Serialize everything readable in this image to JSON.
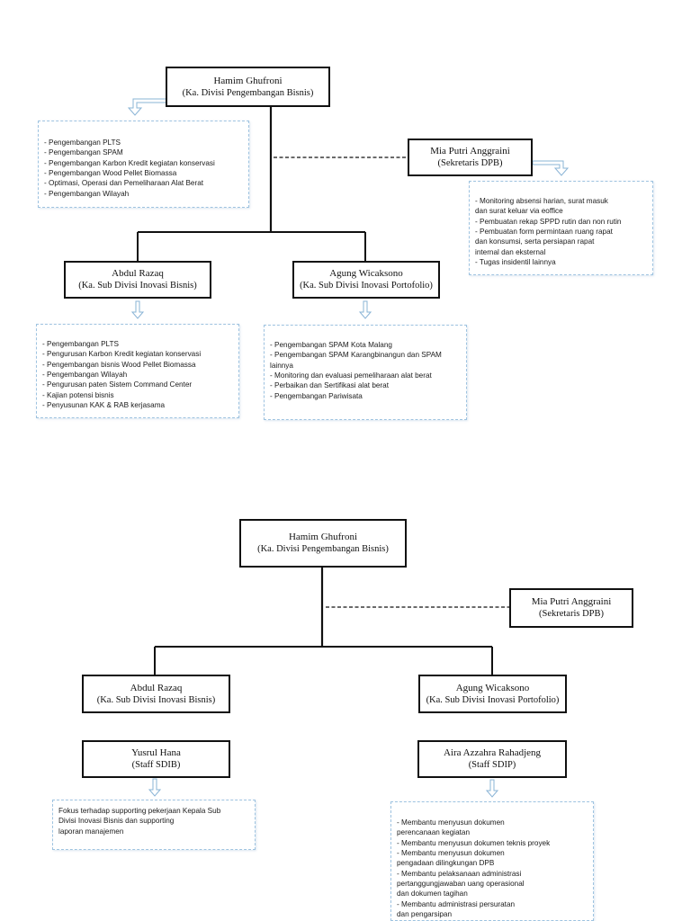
{
  "chart1": {
    "head": {
      "name": "Hamim Ghufroni",
      "role": "(Ka. Divisi Pengembangan Bisnis)"
    },
    "head_tasks": [
      "- Pengembangan PLTS",
      "- Pengembangan SPAM",
      "- Pengembangan Karbon Kredit kegiatan konservasi",
      "- Pengembangan Wood Pellet Biomassa",
      "- Optimasi, Operasi dan Pemeliharaan Alat Berat",
      "- Pengembangan Wilayah"
    ],
    "secretary": {
      "name": "Mia Putri Anggraini",
      "role": "(Sekretaris DPB)"
    },
    "secretary_tasks": [
      "- Monitoring absensi harian, surat masuk",
      "dan surat keluar via eoffice",
      "- Pembuatan rekap SPPD rutin dan non rutin",
      "- Pembuatan form permintaan ruang rapat",
      "dan konsumsi, serta persiapan rapat",
      "internal dan eksternal",
      "- Tugas insidentil lainnya"
    ],
    "sub_left": {
      "name": "Abdul Razaq",
      "role": "(Ka. Sub Divisi Inovasi Bisnis)"
    },
    "sub_left_tasks": [
      "- Pengembangan PLTS",
      "- Pengurusan Karbon Kredit kegiatan konservasi",
      "- Pengembangan bisnis Wood Pellet Biomassa",
      "- Pengembangan Wilayah",
      "- Pengurusan paten Sistem Command Center",
      "- Kajian potensi bisnis",
      "- Penyusunan KAK & RAB kerjasama"
    ],
    "sub_right": {
      "name": "Agung Wicaksono",
      "role": "(Ka. Sub Divisi Inovasi Portofolio)"
    },
    "sub_right_tasks": [
      "- Pengembangan SPAM Kota Malang",
      "- Pengembangan SPAM Karangbinangun dan SPAM",
      "lainnya",
      "- Monitoring dan evaluasi pemeliharaan alat berat",
      "- Perbaikan dan Sertifikasi alat berat",
      "- Pengembangan Pariwisata"
    ]
  },
  "chart2": {
    "head": {
      "name": "Hamim Ghufroni",
      "role": "(Ka. Divisi Pengembangan Bisnis)"
    },
    "secretary": {
      "name": "Mia Putri Anggraini",
      "role": "(Sekretaris DPB)"
    },
    "sub_left": {
      "name": "Abdul Razaq",
      "role": "(Ka. Sub Divisi Inovasi Bisnis)"
    },
    "sub_right": {
      "name": "Agung Wicaksono",
      "role": "(Ka. Sub Divisi Inovasi Portofolio)"
    },
    "staff_left": {
      "name": "Yusrul Hana",
      "role": "(Staff SDIB)"
    },
    "staff_right": {
      "name": "Aira Azzahra Rahadjeng",
      "role": "(Staff SDIP)"
    },
    "staff_left_tasks": [
      "Fokus terhadap supporting pekerjaan Kepala Sub",
      "Divisi Inovasi Bisnis dan supporting",
      "laporan manajemen"
    ],
    "staff_right_tasks": [
      "- Membantu menyusun dokumen",
      "perencanaan kegiatan",
      "- Membantu menyusun dokumen teknis proyek",
      "- Membantu menyusun dokumen",
      "pengadaan dilingkungan DPB",
      "- Membantu pelaksanaan administrasi",
      "pertanggungjawaban uang operasional",
      "dan dokumen tagihan",
      "- Membantu administrasi persuratan",
      "dan pengarsipan"
    ]
  }
}
